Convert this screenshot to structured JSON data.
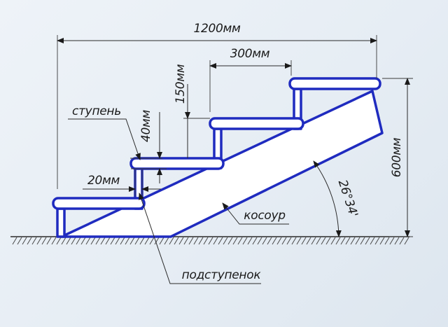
{
  "colors": {
    "stair_outline": "#1f2bbf",
    "stair_fill": "#ffffff",
    "dimension_lines": "#2a2a2a",
    "text": "#1a1a1a"
  },
  "labels": {
    "total_width": "1200мм",
    "tread_depth": "300мм",
    "riser_height": "150мм",
    "tread_thickness": "40мм",
    "nosing": "20мм",
    "total_height": "600мм",
    "angle": "26°34'",
    "tread_name": "ступень",
    "stringer_name": "косоур",
    "riser_name": "подступенок"
  }
}
